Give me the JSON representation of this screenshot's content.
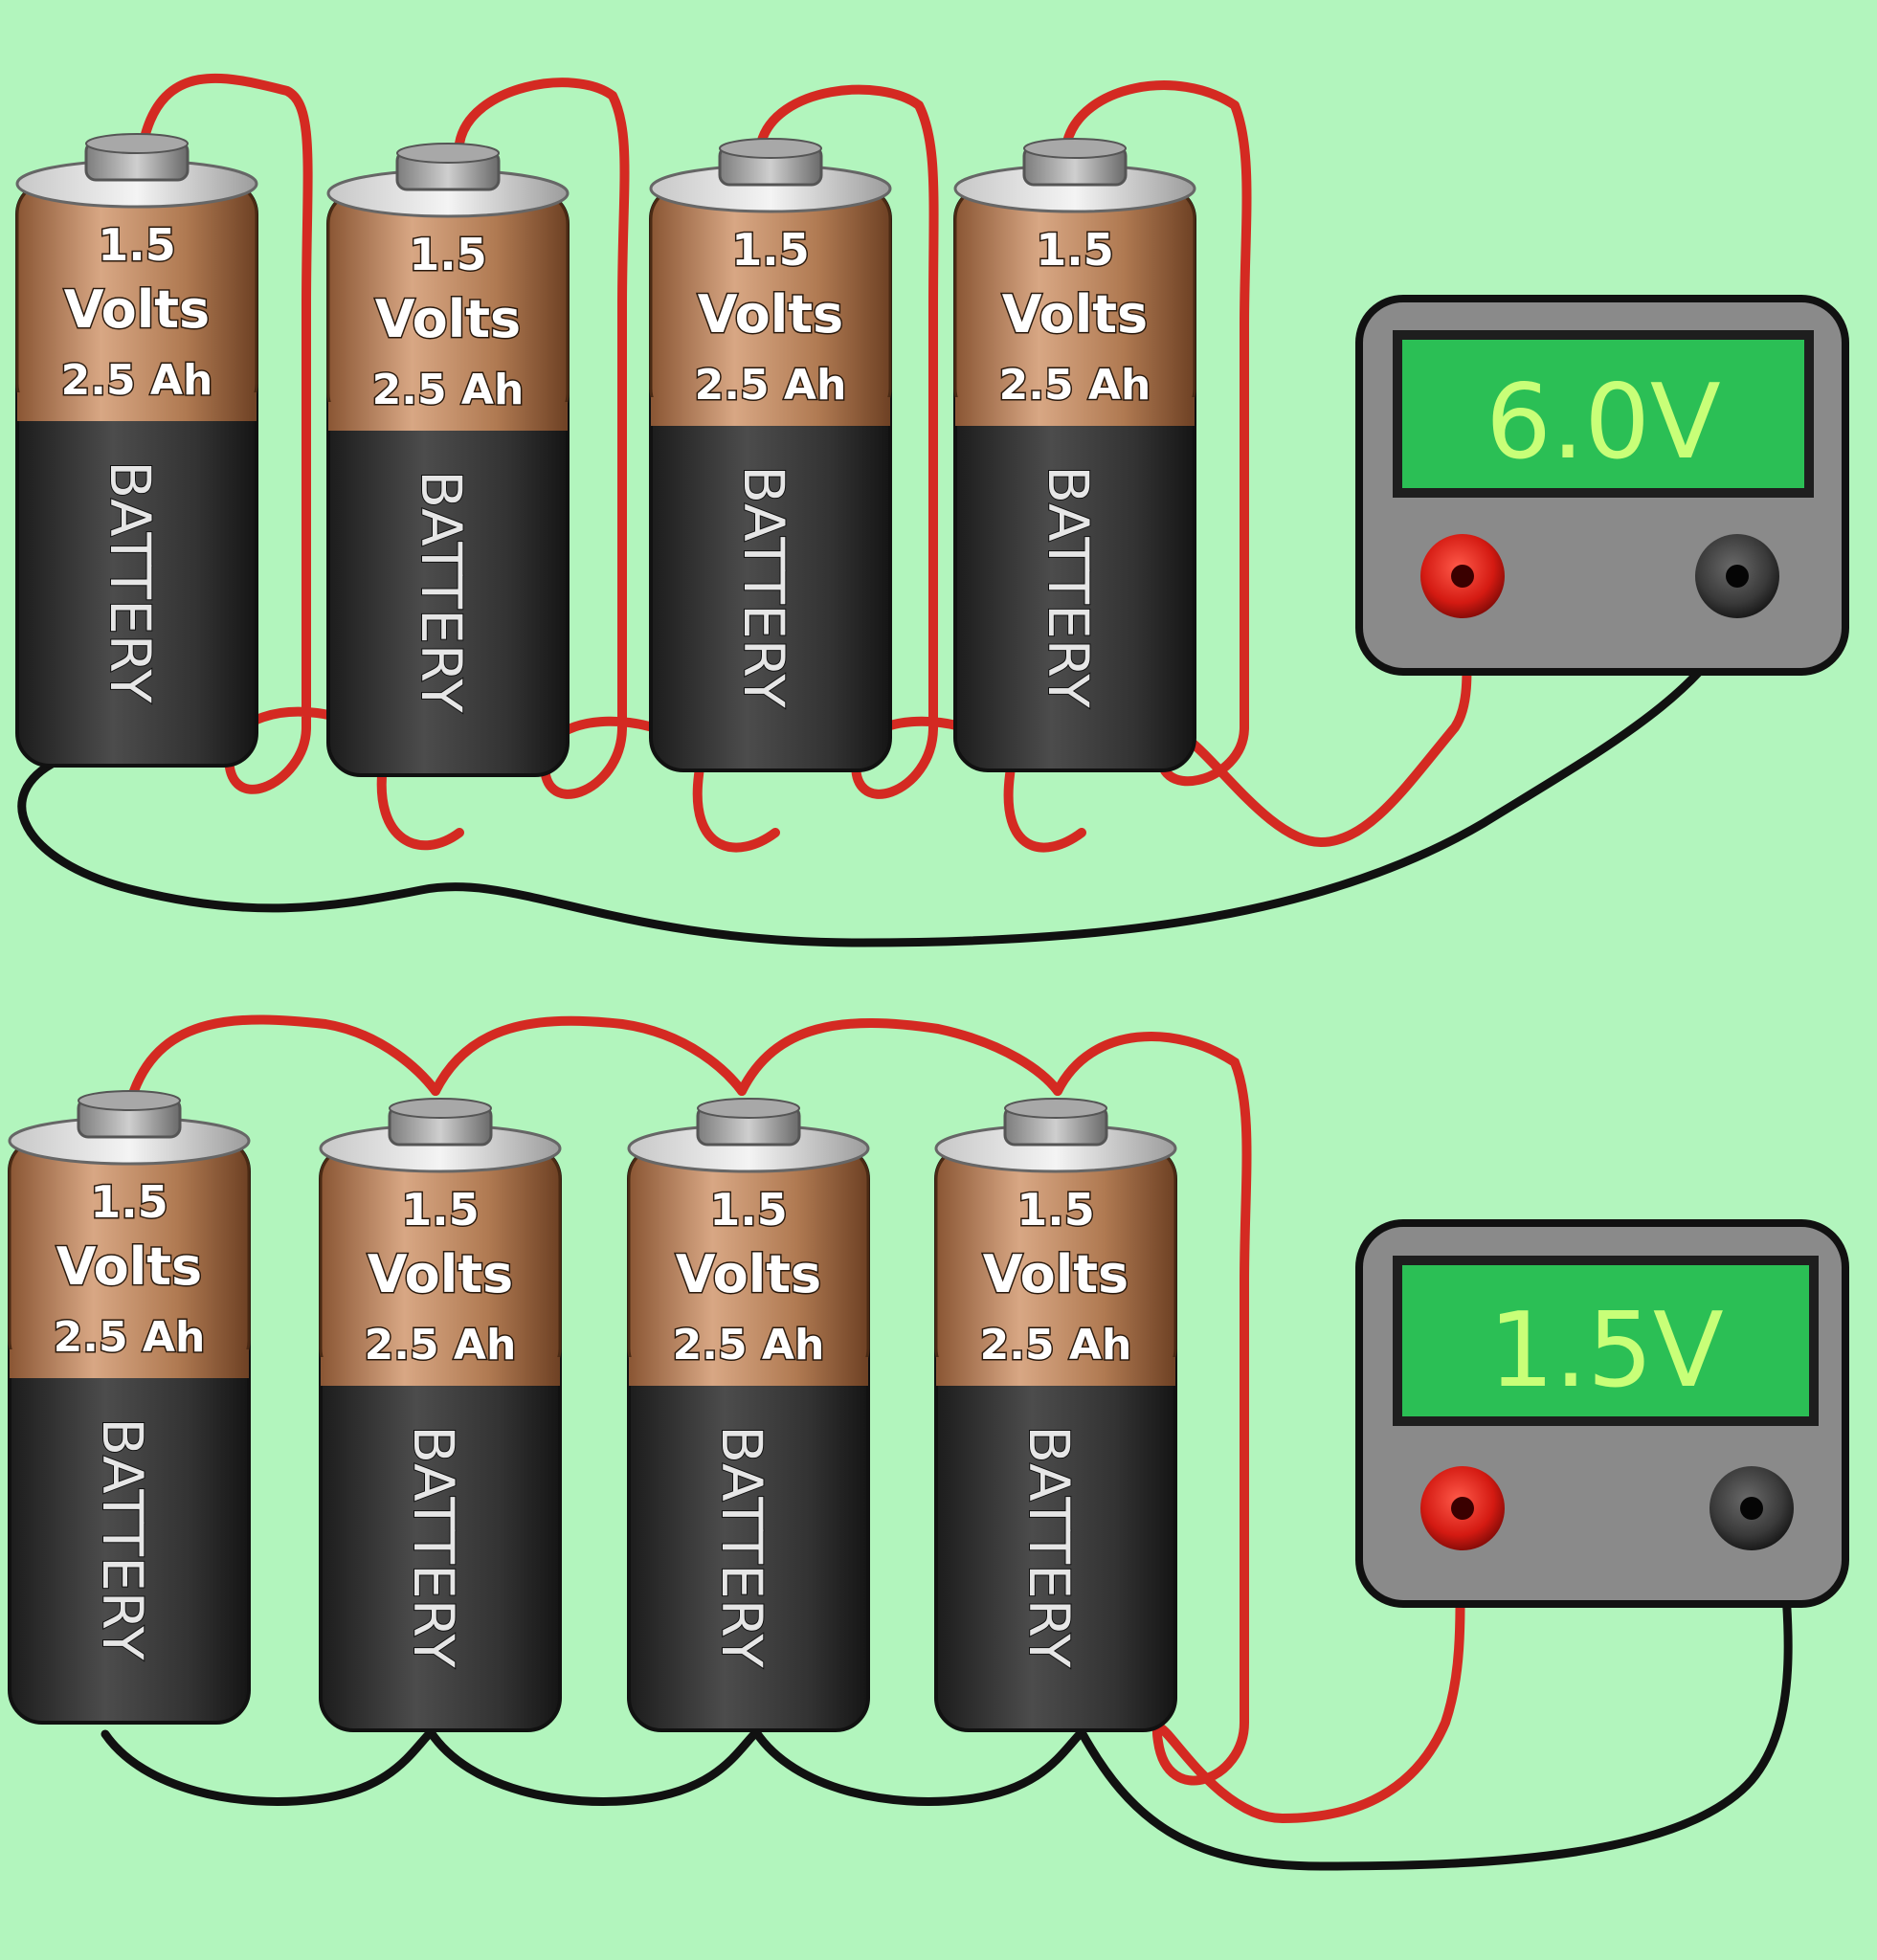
{
  "colors": {
    "background": "#b2f5bd",
    "band_copper": "#b47c55",
    "body_black": "#3a3a3a",
    "wire_red": "#d42a22",
    "wire_black": "#111111",
    "meter_body": "#8a8a8a",
    "lcd_green": "#2bbf55",
    "lcd_text": "#c8ff78"
  },
  "battery": {
    "voltage_label": "1.5",
    "unit_label": "Volts",
    "capacity_label": "2.5 Ah",
    "body_label": "BATTERY"
  },
  "icons": [
    "battery-icon",
    "terminal-red-icon",
    "terminal-black-icon"
  ],
  "series_circuit": {
    "battery_count": 4,
    "meter_reading": "6.0V"
  },
  "parallel_circuit": {
    "battery_count": 4,
    "meter_reading": "1.5V"
  }
}
